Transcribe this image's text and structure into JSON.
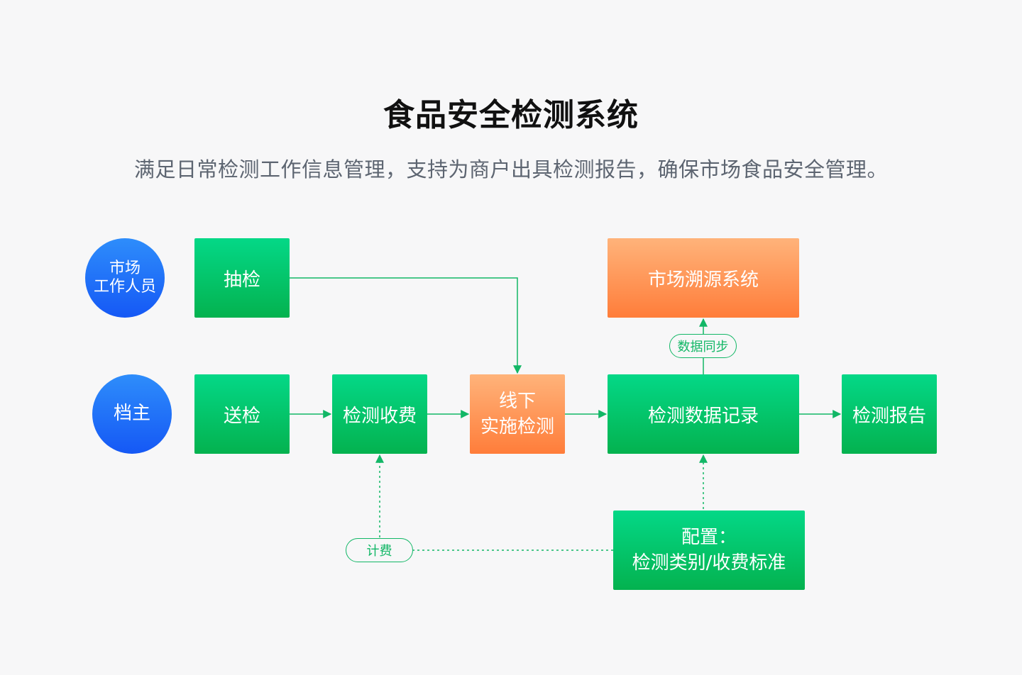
{
  "header": {
    "title": "食品安全检测系统",
    "subtitle": "满足日常检测工作信息管理，支持为商户出具检测报告，确保市场食品安全管理。"
  },
  "actors": {
    "market_staff": {
      "line1": "市场",
      "line2": "工作人员"
    },
    "stall_owner": "档主"
  },
  "nodes": {
    "spot_check": "抽检",
    "submit_check": "送检",
    "test_fee": "检测收费",
    "offline_test": {
      "line1": "线下",
      "line2": "实施检测"
    },
    "test_data_record": "检测数据记录",
    "test_report": "检测报告",
    "traceability_system": "市场溯源系统",
    "config": {
      "line1": "配置：",
      "line2": "检测类别/收费标准"
    }
  },
  "edge_labels": {
    "data_sync": "数据同步",
    "billing": "计费"
  },
  "colors": {
    "green_top": "#04d887",
    "green_bottom": "#04b24f",
    "orange_top": "#ffb37a",
    "orange_bottom": "#ff7d3a",
    "blue_top": "#2e8dfb",
    "blue_bottom": "#1558f5",
    "connector": "#12b766"
  }
}
